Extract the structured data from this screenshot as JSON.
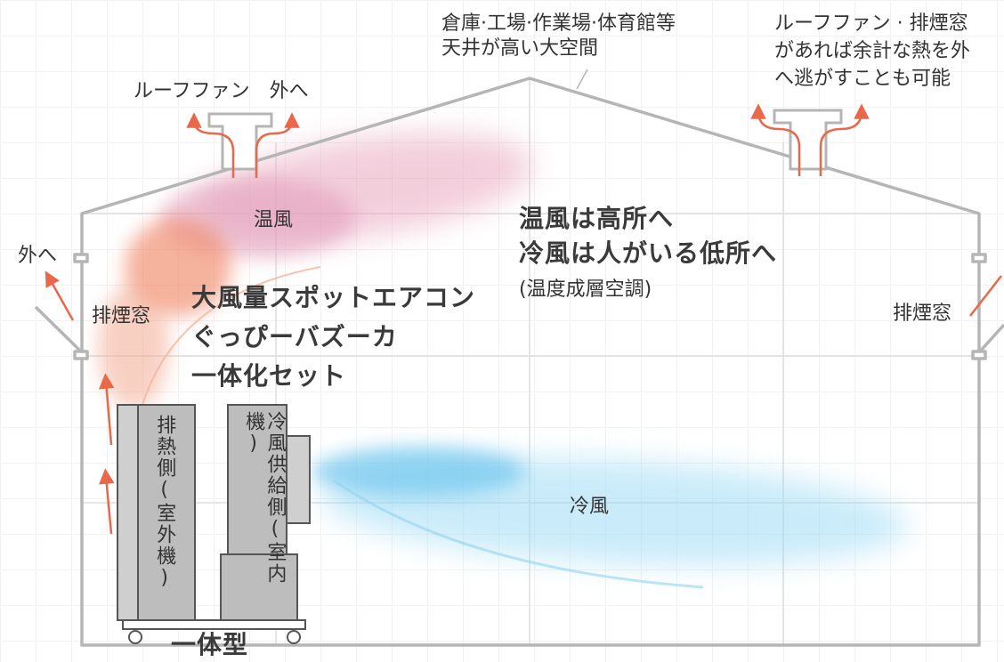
{
  "building": {
    "top_label_line1": "倉庫·工場·作業場·体育館等",
    "top_label_line2": "天井が高い大空間",
    "roof_fan_left": "ルーフファン　外へ",
    "roof_fan_note_line1": "ルーフファン · 排煙窓",
    "roof_fan_note_line2": "があれば余計な熱を外",
    "roof_fan_note_line3": "へ逃がすことも可能",
    "outside_left": "外へ",
    "smoke_window_left": "排煙窓",
    "smoke_window_right": "排煙窓"
  },
  "airflow": {
    "warm_label": "温風",
    "cold_label": "冷風",
    "headline_line1": "温風は高所へ",
    "headline_line2": "冷風は人がいる低所へ",
    "subnote": "(温度成層空調)"
  },
  "product": {
    "name_line1": "大風量スポットエアコン",
    "name_line2": "ぐっぴーバズーカ",
    "name_line3": "一体化セット",
    "exhaust_side": "排熱側(室外機)",
    "supply_side": "冷風供給側(室内機)",
    "bottom_label": "一体型"
  },
  "colors": {
    "warm": "#e8a7bf",
    "warm_strong": "#f08a6a",
    "cold": "#8fd3f0",
    "arrow": "#e9684a",
    "unit_fill": "#bdbdbd",
    "outline": "#b5b5b5"
  }
}
